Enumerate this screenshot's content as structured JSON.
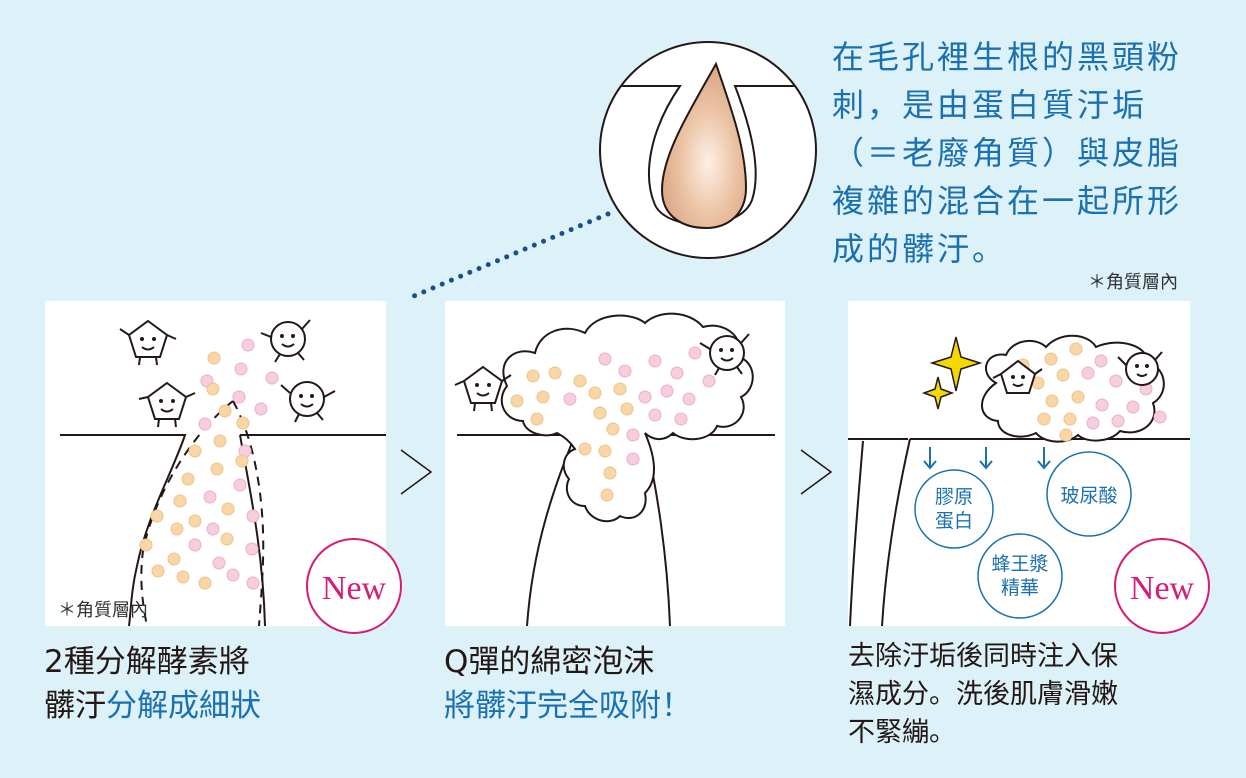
{
  "callout": {
    "lines": [
      "在毛孔裡生根的黑頭粉",
      "刺，是由蛋白質汙垢",
      "（＝老廢角質）與皮脂",
      "複雜的混合在一起所形",
      "成的髒汙。"
    ]
  },
  "note_stratum": "＊角質層內",
  "new_badge": "New",
  "panels": [
    {
      "caption_line1": "2種分解酵素將",
      "caption_line2_black": "髒汙",
      "caption_line2_blue": "分解成細狀"
    },
    {
      "caption_line1": "Q彈的綿密泡沫",
      "caption_line2_blue": "將髒汙完全吸附！"
    },
    {
      "caption_lines": [
        "去除汙垢後同時注入保",
        "濕成分。洗後肌膚滑嫩",
        "不緊繃。"
      ],
      "ingredients": [
        {
          "line1": "膠原",
          "line2": "蛋白"
        },
        {
          "line1": "玻尿酸"
        },
        {
          "line1": "蜂王漿",
          "line2": "精華"
        }
      ]
    }
  ],
  "colors": {
    "accent_blue": "#1a70b0",
    "badge_pink": "#d81b74",
    "background": "#dcf1f8",
    "orange_particle": "#f9d6a6",
    "pink_particle": "#f7cde0",
    "sparkle_yellow": "#f4d800"
  }
}
